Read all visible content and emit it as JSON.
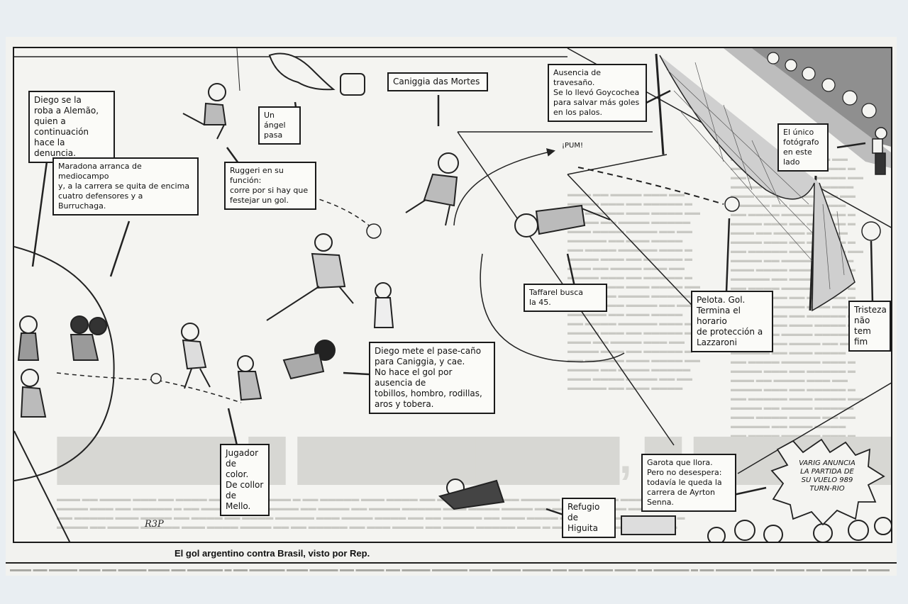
{
  "cartoon": {
    "labels": {
      "diego_robs": "Diego se la\nroba a Alemão,\nquien a continuación\nhace la denuncia.",
      "maradona_runs": "Maradona arranca de mediocampo\ny, a la carrera se quita de encima\ncuatro defensores y a\nBurruchaga.",
      "angel": "Un ángel\npasa",
      "ruggeri": "Ruggeri en su función:\ncorre por si hay que\nfestejar un gol.",
      "caniggia": "Caniggia das Mortes",
      "travesano": "Ausencia de travesaño.\nSe lo llevó Goycochea\npara salvar más goles\nen los palos.",
      "fotografo": "El único\nfotógrafo\nen este lado",
      "taffarel": "Taffarel busca\nla 45.",
      "pelota_gol": "Pelota. Gol.\nTermina el horario\nde protección a\nLazzaroni",
      "tristeza": "Tristeza\nnão tem\nfim",
      "diego_pase": "Diego mete el pase-caño\npara Caniggia, y cae.\nNo hace el gol por ausencia de\ntobillos, hombro, rodillas,\naros y tobera.",
      "jugador_color": "Jugador de\ncolor.\nDe collor de\nMello.",
      "garota": "Garota que llora.\nPero no desespera:\ntodavía le queda la\ncarrera de Ayrton Senna.",
      "refugio": "Refugio de\nHiguita",
      "varig": "VARIG ANUNCIA\nLA PARTIDA DE\nSU VUELO 989\nTURN-RIO",
      "pum": "¡PUM!",
      "signature": "R3P"
    },
    "caption": "El gol argentino contra Brasil, visto por Rep."
  }
}
